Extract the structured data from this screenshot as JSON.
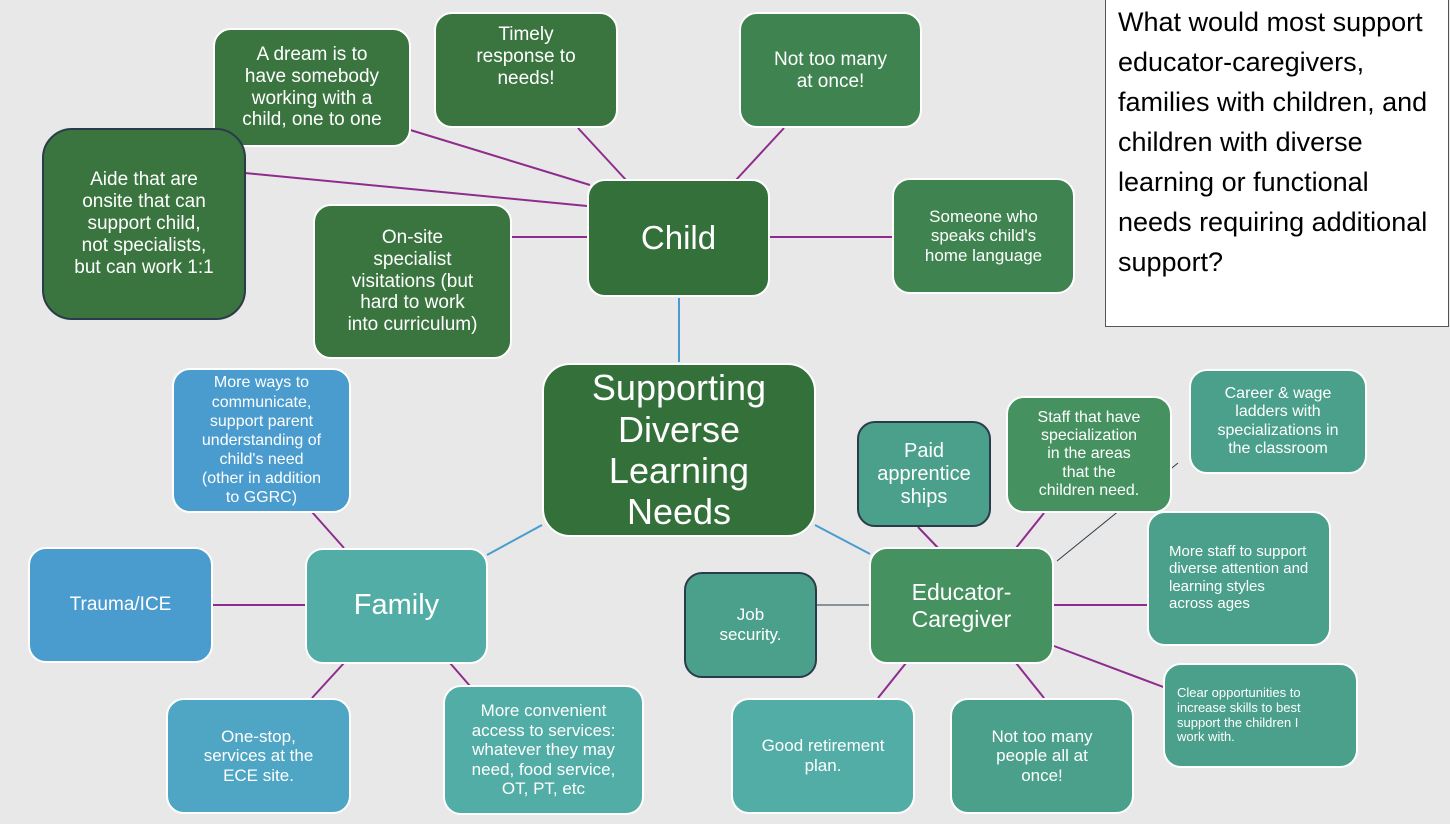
{
  "diagram": {
    "title": "Supporting Diverse Learning Needs",
    "question": "What would most support educator-caregivers, families with children, and children with diverse learning or functional needs requiring additional support?",
    "colors": {
      "background": "#e8e8e8",
      "link_primary": "#8e2c8e",
      "link_secondary": "#4a9cd0",
      "link_thin": "#2a3b4a"
    },
    "hubs": {
      "center": "Supporting\nDiverse\nLearning\nNeeds",
      "child": "Child",
      "family": "Family",
      "educator": "Educator-\nCaregiver"
    },
    "child_branches": [
      "A dream is to\nhave somebody\nworking with a\nchild, one to one",
      "Timely\nresponse to\nneeds!",
      "Not too many\nat once!",
      "Aide that are\nonsite that can\nsupport child,\nnot specialists,\nbut can work 1:1",
      "On-site\nspecialist\nvisitations (but\nhard to work\ninto curriculum)",
      "Someone who\nspeaks child's\nhome language"
    ],
    "family_branches": [
      "More ways to\ncommunicate,\nsupport parent\nunderstanding of\nchild's need\n(other in addition\nto GGRC)",
      "Trauma/ICE",
      "One-stop,\nservices at the\nECE site.",
      "More convenient\naccess to services:\nwhatever they may\nneed, food service,\nOT, PT, etc"
    ],
    "educator_branches": [
      "Paid\napprentice\nships",
      "Staff that have\nspecialization\nin the areas\nthat the\nchildren need.",
      "Career & wage\nladders with\nspecializations in\nthe classroom",
      "More staff to support\ndiverse attention and\nlearning styles\nacross ages",
      "Job\nsecurity.",
      "Clear opportunities to\nincrease skills to best\nsupport the children I\nwork with.",
      "Good retirement\nplan.",
      "Not too many\npeople all at\nonce!"
    ]
  }
}
